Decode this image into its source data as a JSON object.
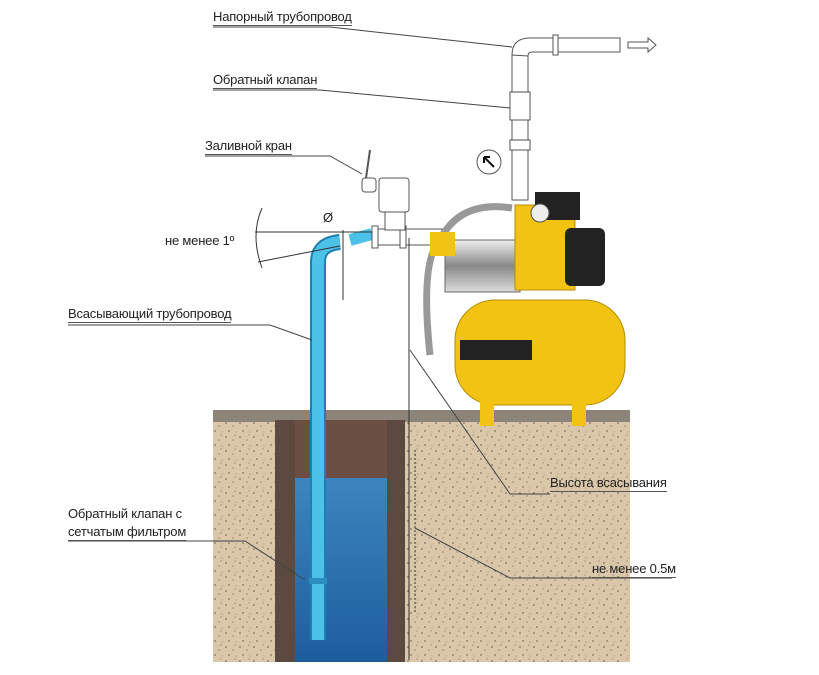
{
  "labels": {
    "discharge_pipe": "Напорный трубопровод",
    "check_valve": "Обратный клапан",
    "fill_valve": "Заливной кран",
    "slope": "не менее 1º",
    "diameter": "Ø",
    "suction_pipe": "Всасывающий трубопровод",
    "suction_height": "Высота всасывания",
    "foot_valve_line1": "Обратный клапан с",
    "foot_valve_line2": "сетчатым фильтром",
    "min_depth": "не менее 0.5м"
  },
  "colors": {
    "pump_yellow": "#f3c313",
    "water": "#2d6fb0",
    "pipe_blue": "#3fb6df",
    "soil": "#d9c4a6",
    "well_wall": "#5c4a40"
  }
}
